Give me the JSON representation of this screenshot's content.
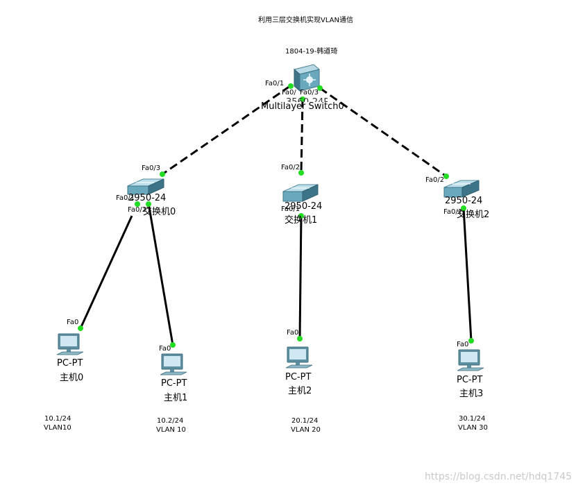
{
  "title": "利用三层交换机实现VLAN通信",
  "author": "1804-19-韩道琦",
  "multilayer_switch": {
    "model": "3560-24PS",
    "name": "Multilayer Switch0",
    "port_left": "Fa0/1",
    "port_mid": "Fa0/",
    "port_right": "Fa0/3"
  },
  "switches": [
    {
      "model": "2950-24",
      "name": "交换机0",
      "uplink_port": "Fa0/3",
      "port_a": "Fa0/1",
      "port_b": "Fa0/2"
    },
    {
      "model": "2950-24",
      "name": "交换机1",
      "uplink_port": "Fa0/2",
      "port_a": "Fa0/1"
    },
    {
      "model": "2950-24",
      "name": "交换机2",
      "uplink_port": "Fa0/2",
      "port_a": "Fa0/1"
    }
  ],
  "pcs": [
    {
      "model": "PC-PT",
      "name": "主机0",
      "port": "Fa0",
      "ip": "10.1/24",
      "vlan": "VLAN10"
    },
    {
      "model": "PC-PT",
      "name": "主机1",
      "port": "Fa0",
      "ip": "10.2/24",
      "vlan": "VLAN 10"
    },
    {
      "model": "PC-PT",
      "name": "主机2",
      "port": "Fa0",
      "ip": "20.1/24",
      "vlan": "VLAN 20"
    },
    {
      "model": "PC-PT",
      "name": "主机3",
      "port": "Fa0",
      "ip": "30.1/24",
      "vlan": "VLAN 30"
    }
  ],
  "watermark": "https://blog.csdn.net/hdq1745",
  "colors": {
    "link": "#000000",
    "port_dot": "#22dd22",
    "switch_top": "#9cc8d6",
    "switch_side": "#4f8ea3"
  }
}
